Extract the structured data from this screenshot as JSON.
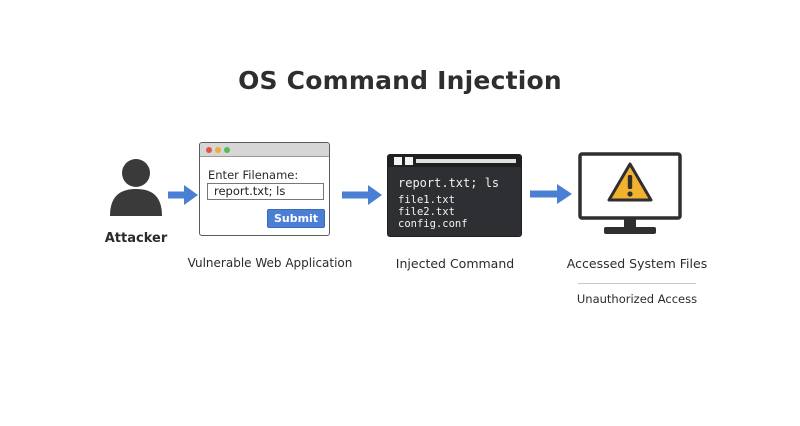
{
  "title": "OS Command Injection",
  "attacker": {
    "label": "Attacker",
    "icon": "person-icon"
  },
  "web_app": {
    "caption": "Vulnerable Web Application",
    "field_label": "Enter Filename:",
    "input_value": "report.txt; ls",
    "submit_label": "Submit"
  },
  "terminal": {
    "caption": "Injected Command",
    "command": "report.txt; ls",
    "output": [
      "file1.txt",
      "file2.txt",
      "config.conf"
    ]
  },
  "result": {
    "caption": "Accessed System Files",
    "subcaption": "Unauthorized Access",
    "icon": "warning-icon"
  },
  "colors": {
    "arrow": "#4a7fd4",
    "warning": "#f2b230",
    "dark": "#3a3a3a"
  }
}
